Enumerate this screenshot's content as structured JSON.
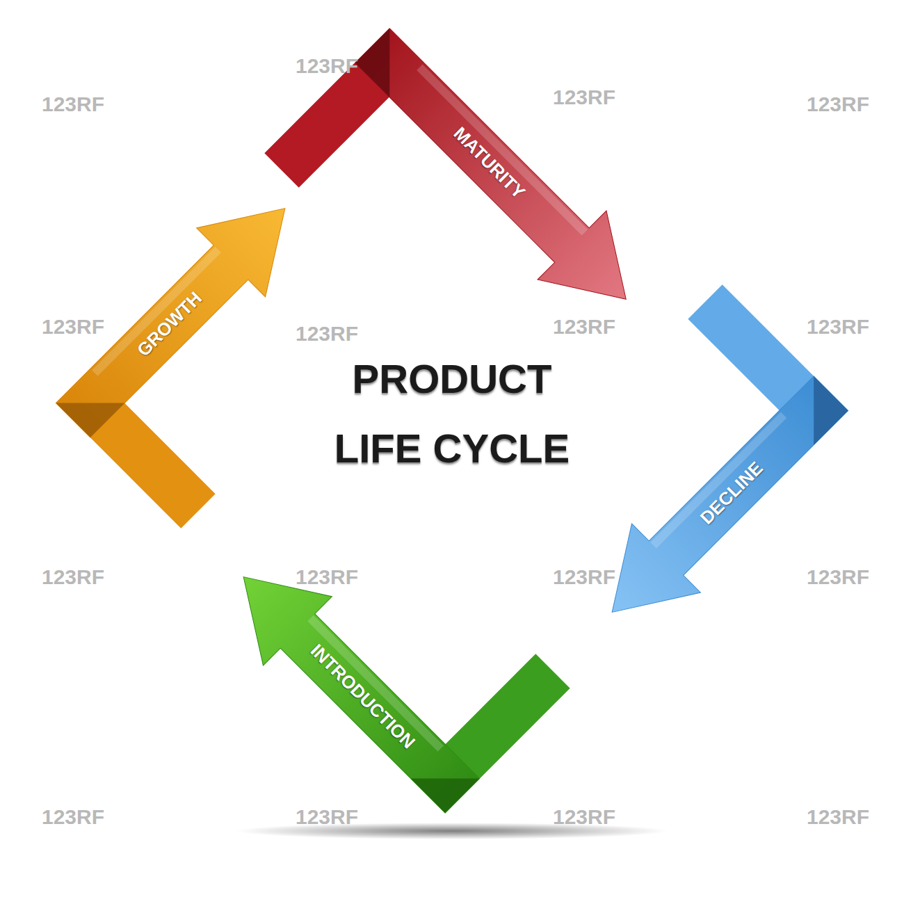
{
  "diagram": {
    "title": "PRODUCT LIFE CYCLE",
    "nodes": [
      {
        "text": [
          "INTRODUCTION"
        ]
      },
      {
        "text": [
          "GROWTH"
        ]
      },
      {
        "text": [
          "MATURITY"
        ]
      },
      {
        "text": [
          "DECLINE"
        ]
      }
    ],
    "labels": [
      "123RF",
      "123RF",
      "123RF",
      "123RF",
      "123RF",
      "123RF",
      "123RF",
      "123RF",
      "123RF",
      "123RF",
      "123RF",
      "123RF",
      "123RF",
      "123RF",
      "123RF",
      "123RF"
    ]
  }
}
